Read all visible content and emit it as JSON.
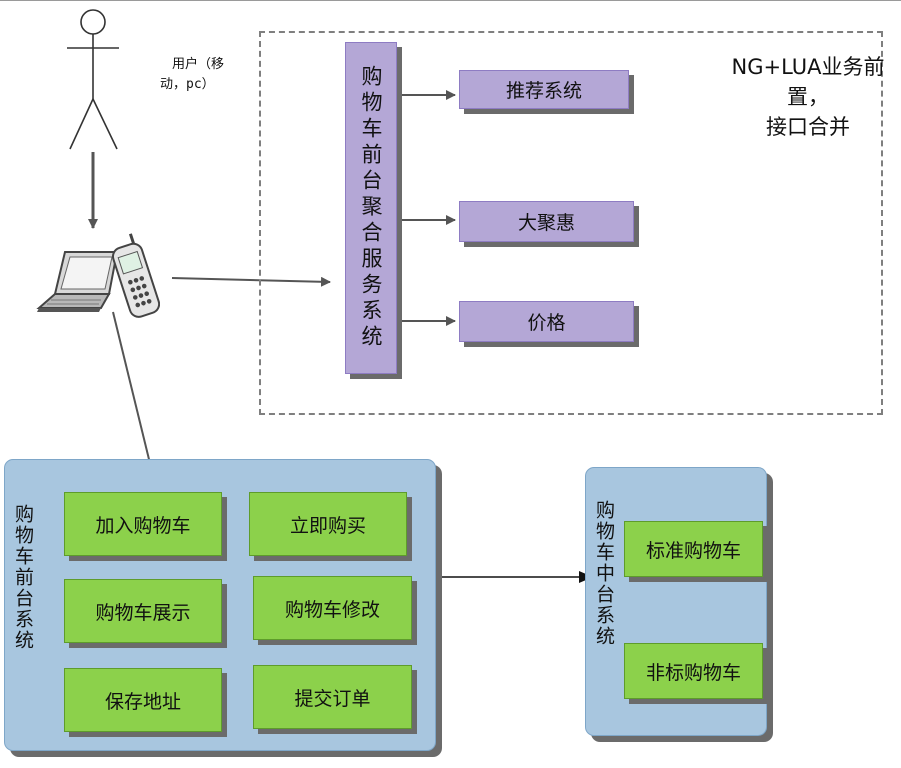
{
  "user": {
    "label_line1": "用户（移",
    "label_line2": "动，pc）"
  },
  "aggregation": {
    "service_label": "购物车前台聚合服务系统",
    "modules": [
      "推荐系统",
      "大聚惠",
      "价格"
    ],
    "note_line1": "NG+LUA业务前",
    "note_line2": "置，",
    "note_line3": "接口合并"
  },
  "front_system": {
    "title": "购物车前台系统",
    "functions": [
      "加入购物车",
      "立即购买",
      "购物车展示",
      "购物车修改",
      "保存地址",
      "提交订单"
    ]
  },
  "middle_system": {
    "title": "购物车中台系统",
    "functions": [
      "标准购物车",
      "非标购物车"
    ]
  },
  "colors": {
    "purple_box": "#b4a7d6",
    "green_box": "#8cd14b",
    "blue_panel": "#a8c6df",
    "shadow": "#6b6b6b"
  },
  "icons": {
    "user": "stick-figure-icon",
    "device": "laptop-phone-icon"
  }
}
